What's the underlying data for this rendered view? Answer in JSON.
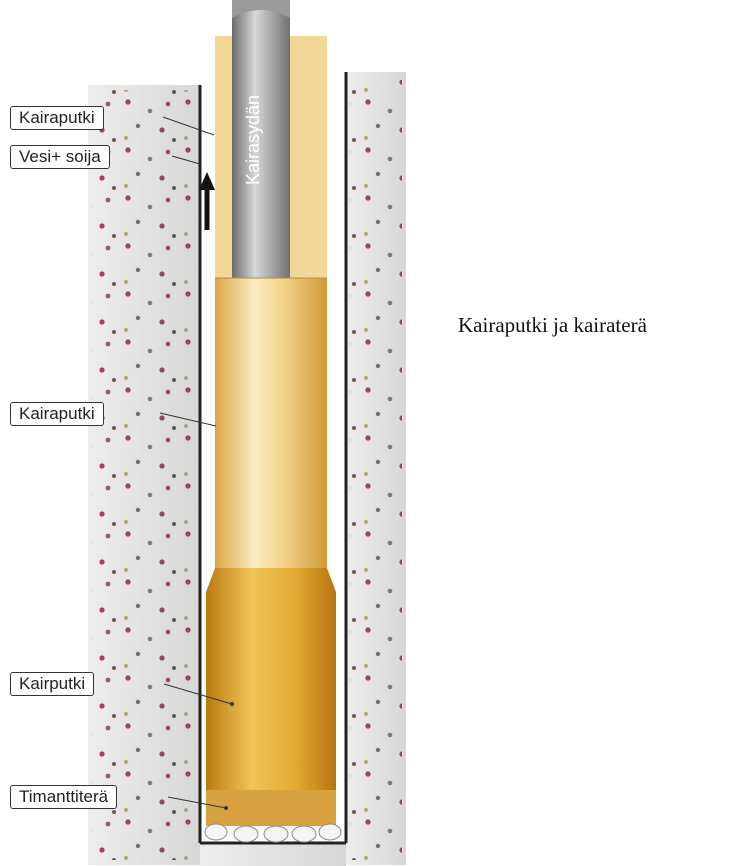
{
  "caption": "Kairaputki ja kairaterä",
  "core_label": "Kairasydän",
  "labels": [
    {
      "text": "Kairaputki"
    },
    {
      "text": "Vesi+ soija"
    },
    {
      "text": "Kairaputki"
    },
    {
      "text": "Kairputki"
    },
    {
      "text": "Timanttiterä"
    }
  ],
  "colors": {
    "ground": "#e6e5e5",
    "hole_edge": "#222222",
    "pipe": "#e8c26a",
    "pipe_light": "#f8e7b4",
    "core": "#8a8a8a",
    "bit": "#c98c1f"
  }
}
